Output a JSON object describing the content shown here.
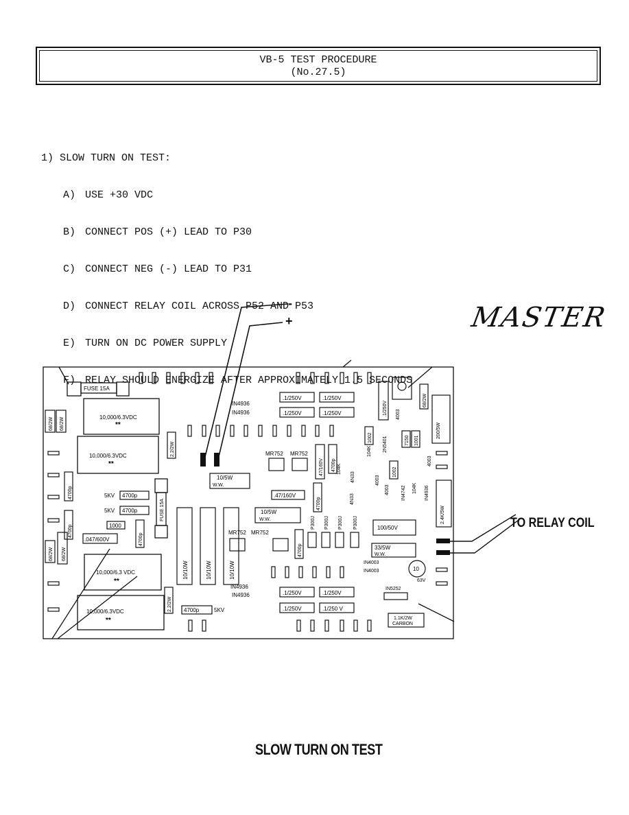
{
  "header": {
    "title": "VB-5 TEST PROCEDURE",
    "number": "(No.27.5)"
  },
  "procedure": {
    "heading": "1) SLOW TURN ON TEST:",
    "steps": [
      {
        "letter": "A)",
        "text": "USE +30 VDC"
      },
      {
        "letter": "B)",
        "text": "CONNECT POS (+) LEAD TO P30"
      },
      {
        "letter": "C)",
        "text": "CONNECT NEG (-) LEAD TO P31"
      },
      {
        "letter": "D)",
        "text": "CONNECT RELAY COIL ACROSS P52 AND P53"
      },
      {
        "letter": "E)",
        "text": "TURN ON DC POWER SUPPLY"
      },
      {
        "letter": "F)",
        "text": "RELAY SHOULD ENERGIZE AFTER APPROXIMATELY 1.5 SECONDS"
      }
    ]
  },
  "diagram": {
    "handwritten_label": "MASTER",
    "lead_minus": "-",
    "lead_plus": "+",
    "relay_label": "TO RELAY COIL",
    "components": {
      "fuse_top": "FUSE 15A",
      "cap_1": "10,000/6.3VDC",
      "cap_2": "10,000/6.3VDC",
      "cap_3": "10,000/6.3 VDC",
      "cap_4": "10,000/6.3VDC",
      "stars": "**",
      "r_68_1": "68/2W",
      "r_68_2": "68/2W",
      "ww": "W.W.",
      "r_22_1": "2.2/2W",
      "r_22_2": "2.2/2W",
      "d_4936_1": "IN4936",
      "d_4936_2": "IN4936",
      "c_1_250_a": ".1/250V",
      "c_1_250_b": ".1/250V",
      "c_1_250_c": ".1/250V",
      "c_1_250_d": ".1/250V",
      "c_1_250_e": ".1/250V",
      "c_1_250_f": ".1/250V",
      "c_1_250_g": ".1/250V",
      "c_1_250_h": ".1/250 V",
      "mr752_a": "MR752",
      "mr752_b": "MR752",
      "r_10_5w_a": "10/5W",
      "r_10_5w_b": "10/5W",
      "c_47_160_a": ".47/160V",
      "c_47_160_b": ".47/160V",
      "c_4700p": "4700p",
      "kv5": "5KV",
      "c_1000": "1000",
      "c_047_600": ".047/600V",
      "fuse_side": "FUSE 15A",
      "r_10_10w": "10/10W",
      "p300j": "P300J",
      "c_100_50": "100/50V",
      "r_33_5w": "33/5W",
      "d_4003_a": "IN4003",
      "d_4003_b": "IN4003",
      "c_10_63": "10",
      "v63": "63V",
      "d_5252": "IN5252",
      "r_1k_2w": "1.1K/2W",
      "carbon": "CARBON",
      "r_200_5w": "200/5W",
      "r_24k_5w": "2.4K/5W",
      "c_1_250_v": ".1/250V",
      "res_1002_a": "1002",
      "res_1002_b": "1002",
      "res_7150": "7150",
      "res_1001": "1001",
      "lbl_4003": "4003",
      "lbl_104k": "104K",
      "lbl_4n33": "4N33",
      "lbl_in4742": "IN4742",
      "lbl_2n5401": "2N5401",
      "lbl_in4936": "IN4936"
    },
    "caption": "SLOW TURN ON TEST"
  }
}
